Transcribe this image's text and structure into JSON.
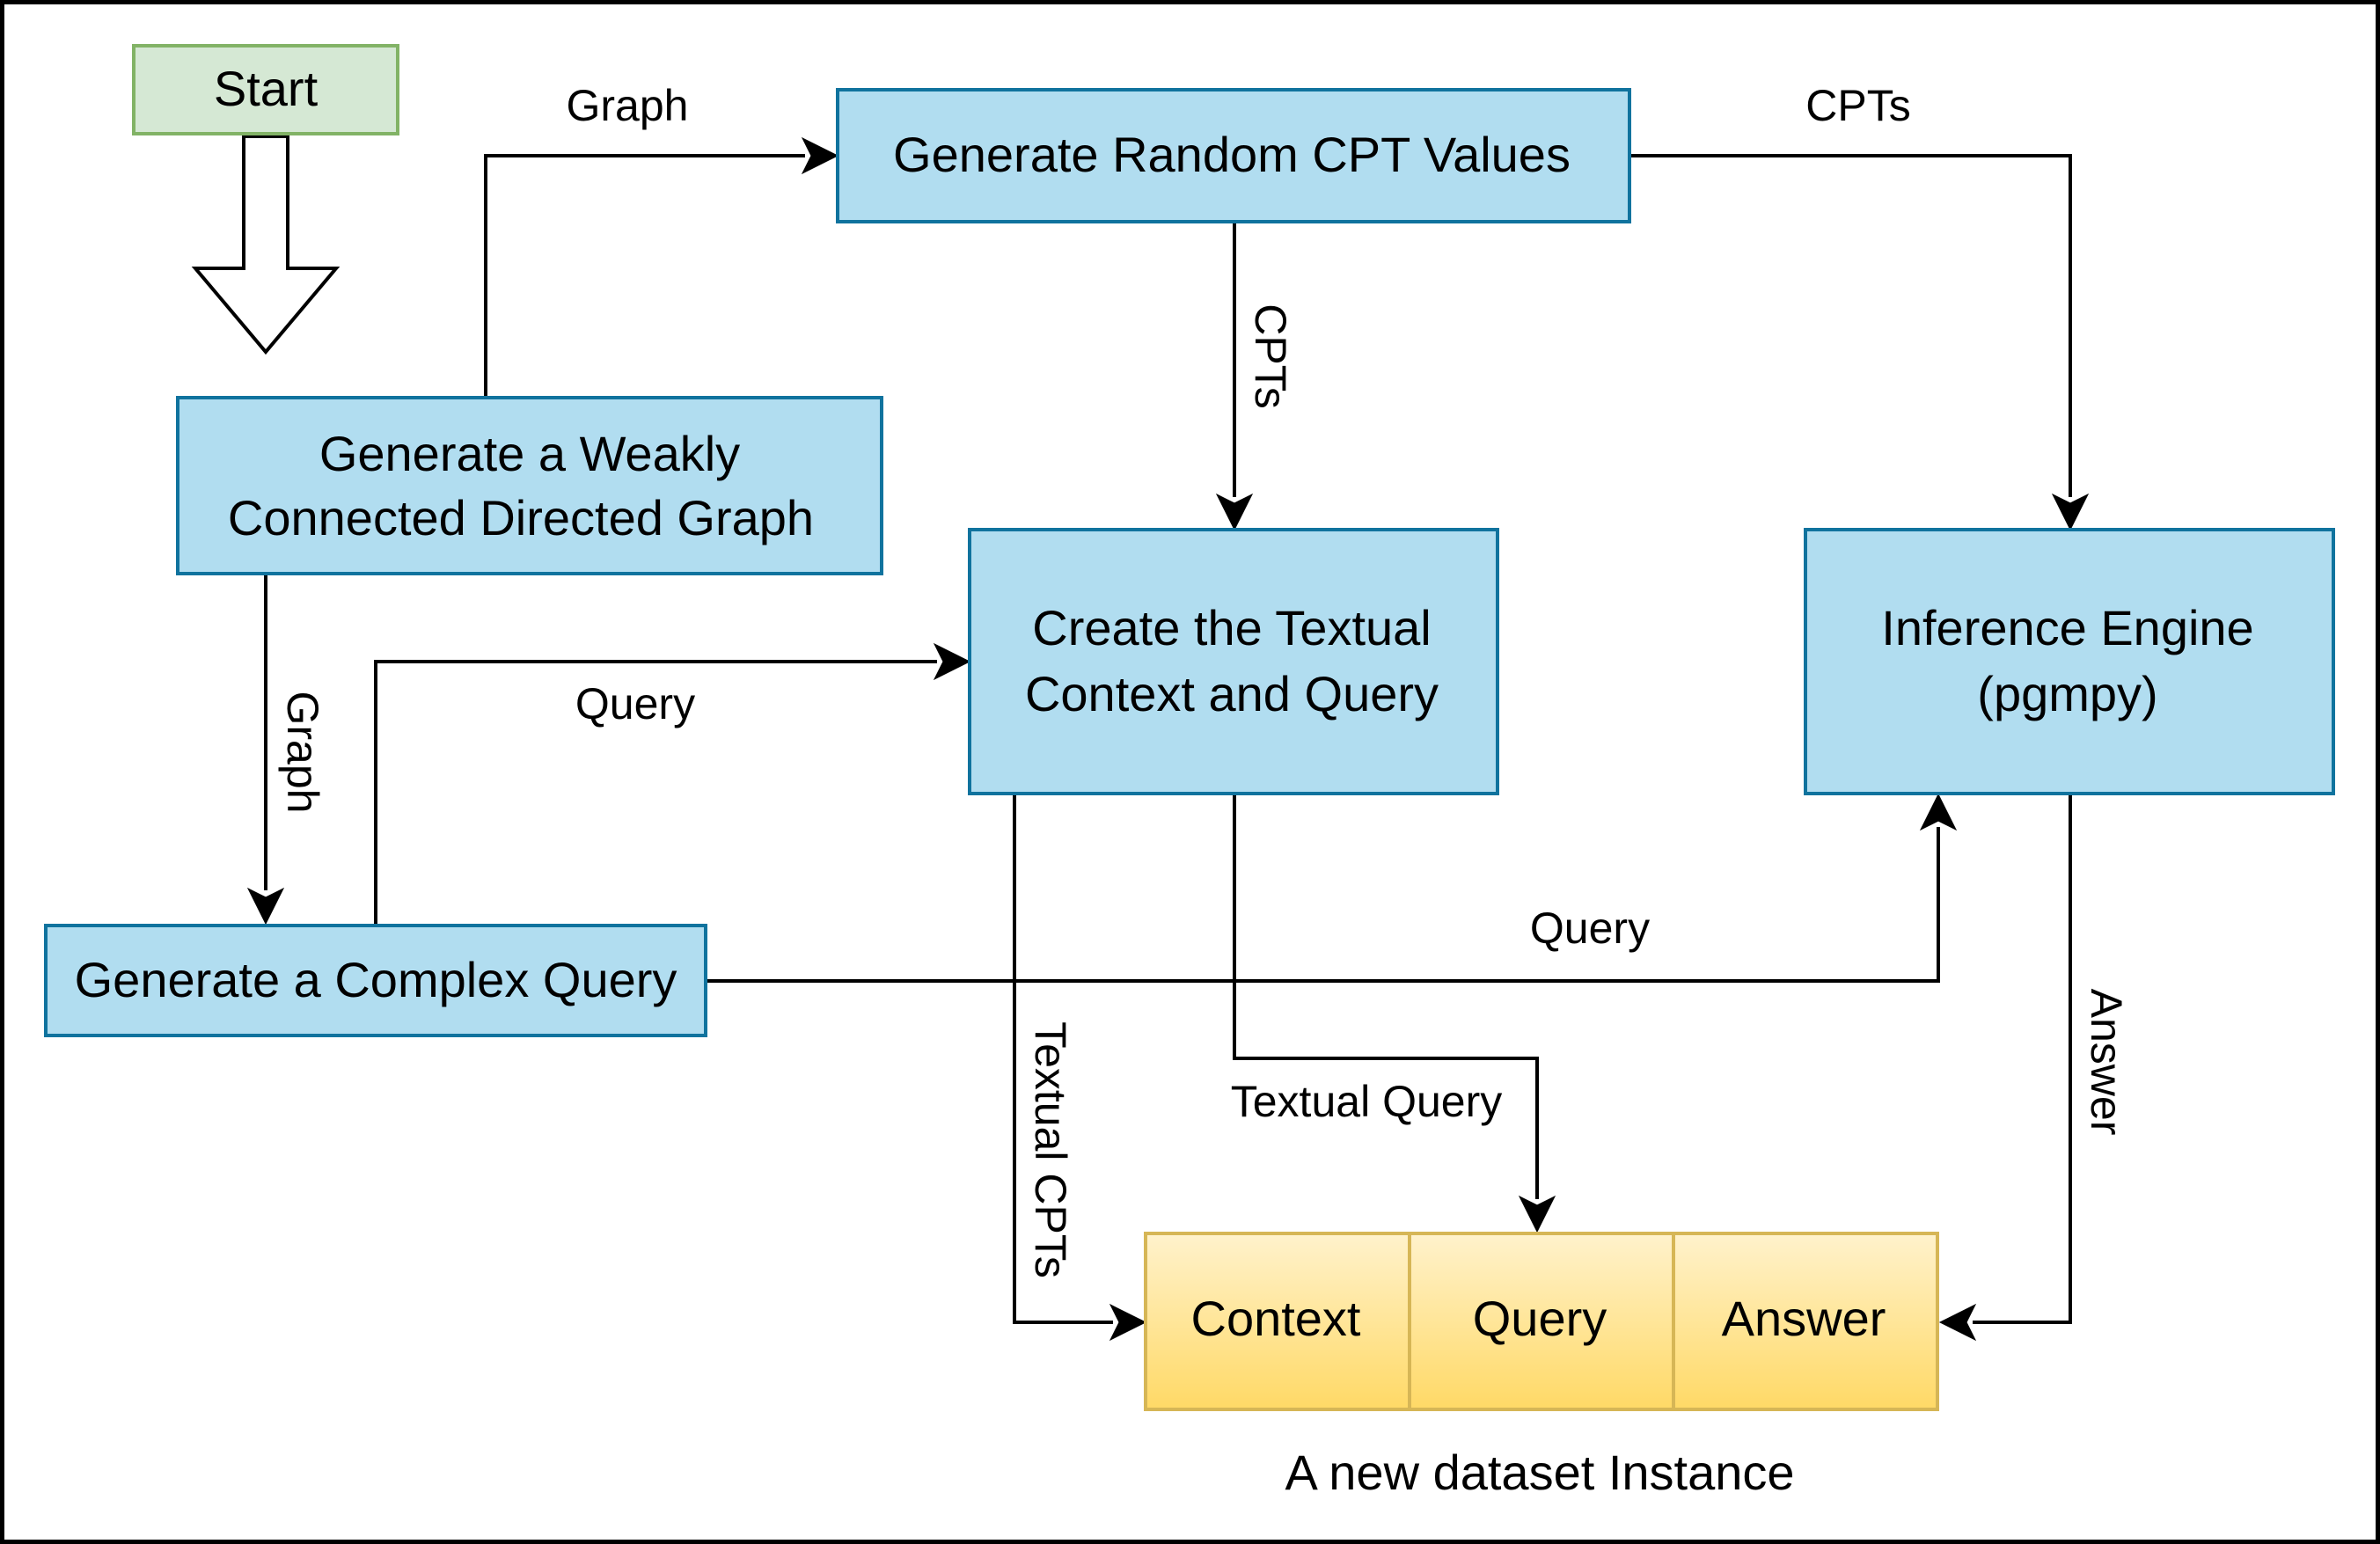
{
  "colors": {
    "process_fill": "#b1ddf0",
    "process_stroke": "#10739e",
    "start_fill": "#d5e8d4",
    "start_stroke": "#82b366",
    "output_fill_top": "#fff2cc",
    "output_fill_bottom": "#ffd966",
    "output_stroke": "#d6b656",
    "edge": "#000000"
  },
  "nodes": {
    "start": "Start",
    "graph_gen": {
      "line1": "Generate a Weakly",
      "line2": "Connected Directed Graph"
    },
    "cpt_gen": "Generate Random CPT Values",
    "query_gen": "Generate a Complex Query",
    "textual": {
      "line1": "Create the Textual",
      "line2": "Context and Query"
    },
    "inference": {
      "line1": "Inference Engine",
      "line2": "(pgmpy)"
    }
  },
  "instance": {
    "cells": [
      "Context",
      "Query",
      "Answer"
    ],
    "caption": "A new dataset Instance"
  },
  "edges": {
    "graph_to_cpt": "Graph",
    "cpt_to_inference": "CPTs",
    "cpt_to_textual": "CPTs",
    "graph_to_query": "Graph",
    "query_to_textual": "Query",
    "query_to_inference": "Query",
    "textual_to_context": "Textual CPTs",
    "textual_to_query": "Textual Query",
    "inference_to_answer": "Answer"
  }
}
